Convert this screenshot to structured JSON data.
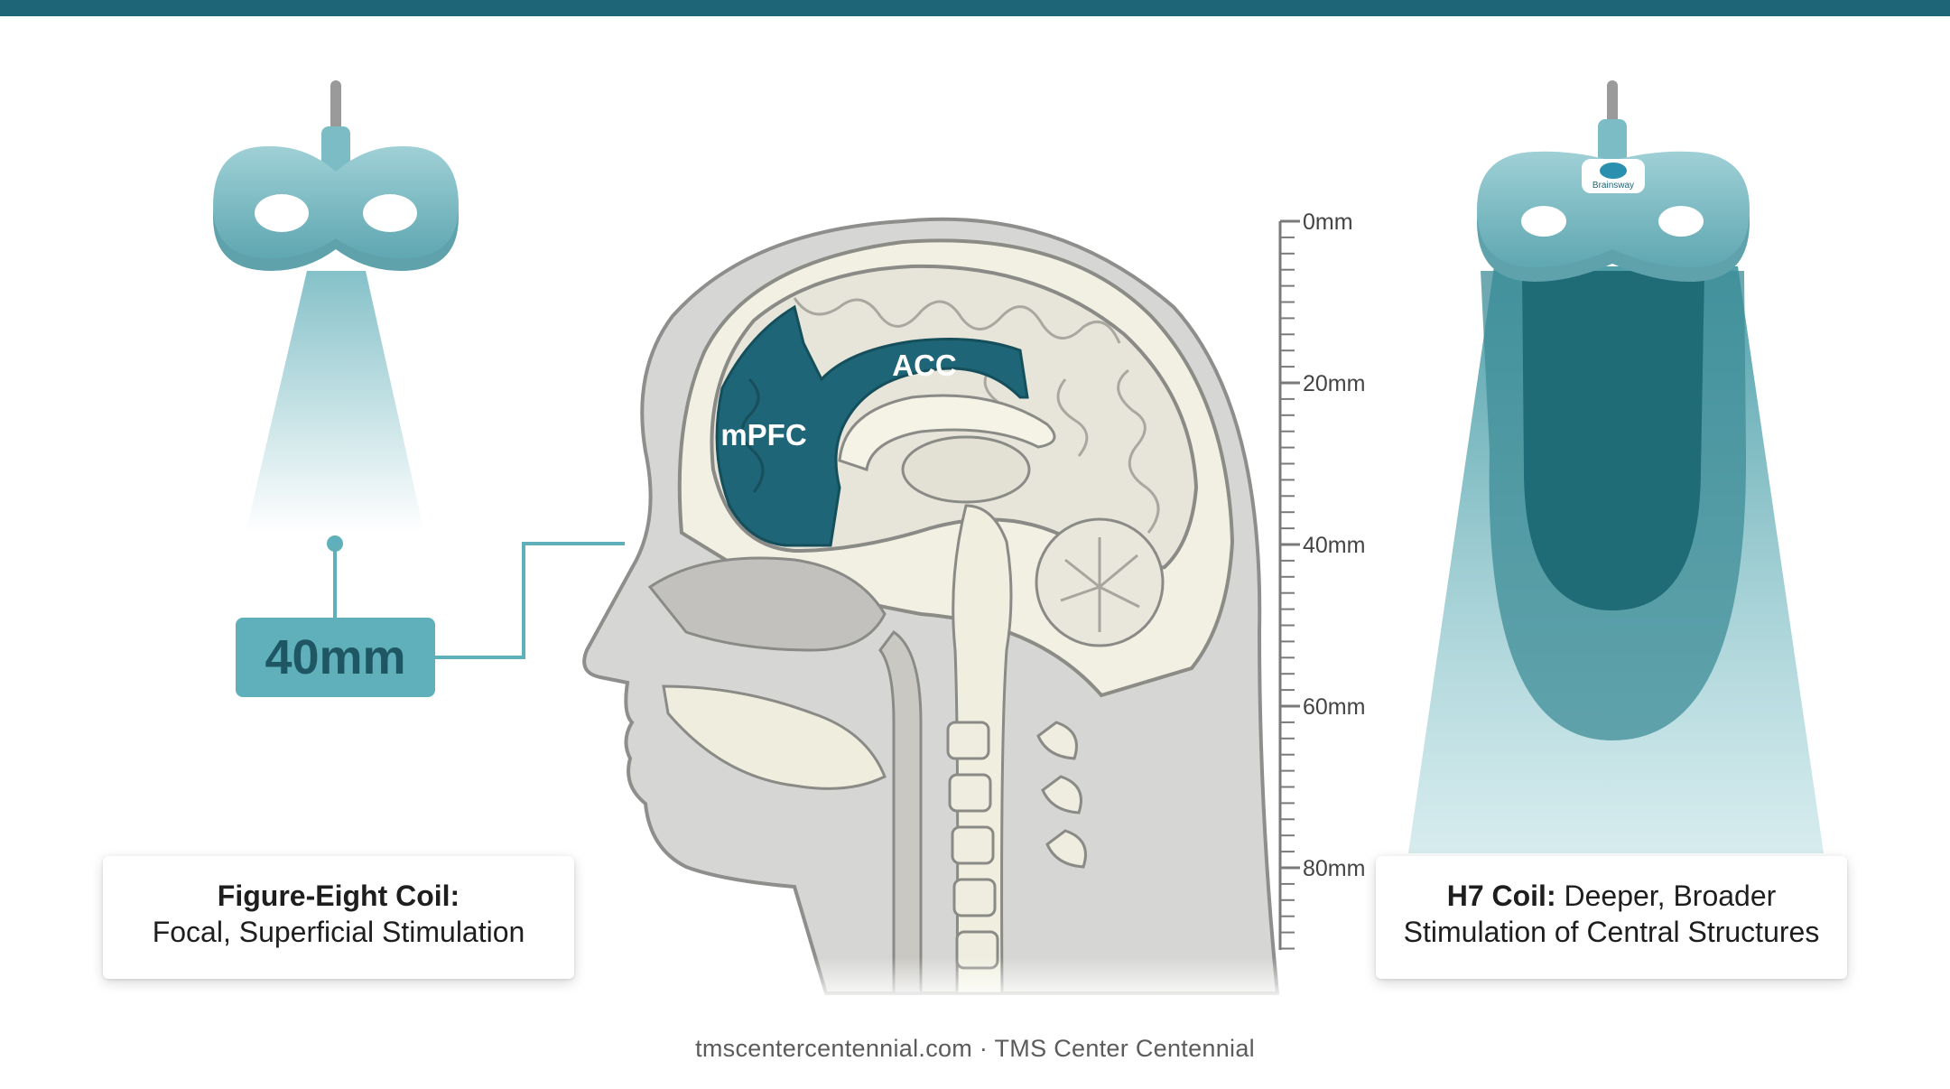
{
  "figure_eight_coil": {
    "title": "Figure-Eight Coil:",
    "description": "Focal, Superficial Stimulation",
    "depth_label": "40mm"
  },
  "h7_coil": {
    "title": "H7 Coil:",
    "description_line1": "Deeper, Broader",
    "description_line2": "Stimulation of Central Structures",
    "brand_logo_text": "Brainsway"
  },
  "brain_regions": {
    "mpfc": "mPFC",
    "acc": "ACC"
  },
  "depth_scale": {
    "ticks": [
      "0mm",
      "20mm",
      "40mm",
      "60mm",
      "80mm"
    ]
  },
  "footer": {
    "text": "tmscentercentennial.com · TMS Center Centennial"
  },
  "colors": {
    "top_bar": "#1d6577",
    "coil": "#7cbcc4",
    "target_region": "#1d6577",
    "badge": "#5fb0ba"
  }
}
